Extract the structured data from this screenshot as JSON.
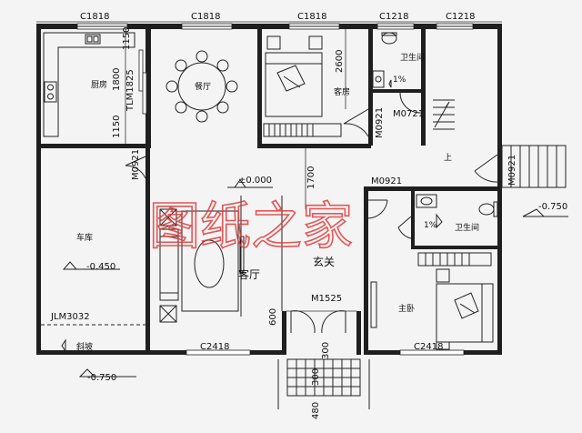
{
  "window_labels_top": [
    "C1818",
    "C1818",
    "C1818",
    "C1218",
    "C1218"
  ],
  "window_labels_bottom": [
    "C2418",
    "C2418"
  ],
  "door_labels": {
    "m0721": "M0721",
    "m0921_bed": "M0921",
    "m0921_left": "M0921",
    "m0921_mid": "M0921",
    "m0921_right": "M0921",
    "m1525": "M1525",
    "tlm1825": "TLM1825",
    "jlm3032": "JLM3032"
  },
  "dimensions": {
    "d1150a": "1150",
    "d1800": "1800",
    "d1150b": "1150",
    "d2600": "2600",
    "d1700": "1700",
    "d600": "600",
    "d300a": "300",
    "d300b": "300",
    "d480": "480"
  },
  "elevations": {
    "e0000": "±0.000",
    "e0450": "-0.450",
    "e0750_right": "-0.750",
    "e0750_left": "-0.750"
  },
  "rooms": {
    "kitchen": "厨房",
    "dining": "餐厅",
    "bedroom_guest": "客房",
    "bath_top": "卫生间",
    "bath_right": "卫生间",
    "garage": "车库",
    "living": "客厅",
    "foyer": "玄关",
    "master": "主卧",
    "stair_up": "上",
    "slope": "斜坡"
  },
  "slopes": {
    "bath_top": "1%",
    "bath_right": "1%"
  },
  "watermark": "图纸之家"
}
